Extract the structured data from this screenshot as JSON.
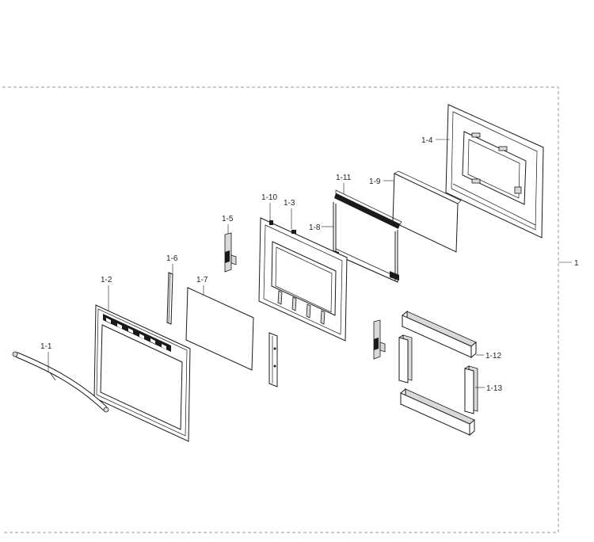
{
  "labels": {
    "assembly": "1",
    "p1_1": "1-1",
    "p1_2": "1-2",
    "p1_3": "1-3",
    "p1_4": "1-4",
    "p1_5": "1-5",
    "p1_6": "1-6",
    "p1_7": "1-7",
    "p1_8": "1-8",
    "p1_9": "1-9",
    "p1_10": "1-10",
    "p1_11": "1-11",
    "p1_12": "1-12",
    "p1_13": "1-13"
  }
}
